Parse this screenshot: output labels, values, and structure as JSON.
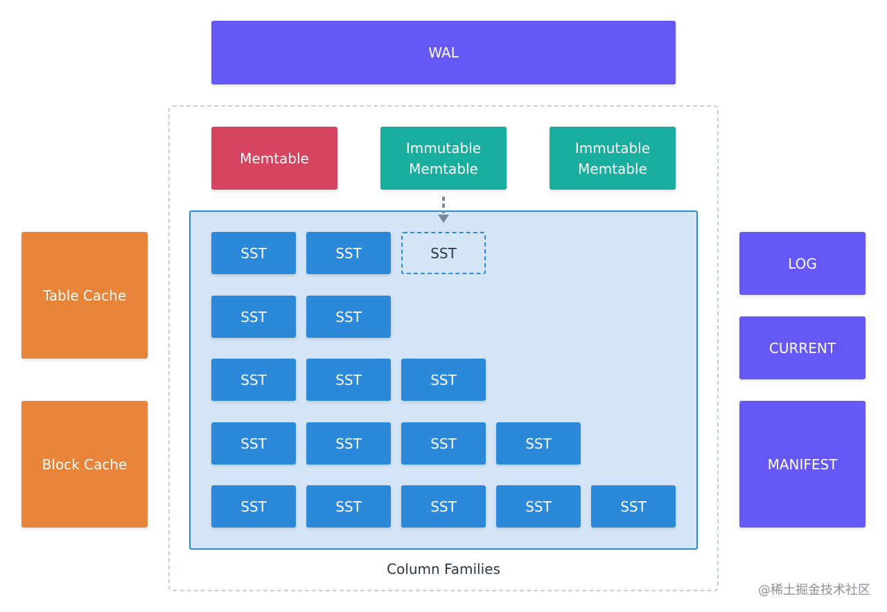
{
  "wal": "WAL",
  "memtable": "Memtable",
  "immutable_1": [
    "Immutable",
    "Memtable"
  ],
  "immutable_2": [
    "Immutable",
    "Memtable"
  ],
  "table_cache": "Table Cache",
  "block_cache": "Block Cache",
  "log": "LOG",
  "current": "CURRENT",
  "manifest": "MANIFEST",
  "column_families_label": "Column Families",
  "sst_label": "SST",
  "levels": [
    {
      "sst_count": 2,
      "pending_sst": 1
    },
    {
      "sst_count": 2
    },
    {
      "sst_count": 3
    },
    {
      "sst_count": 4
    },
    {
      "sst_count": 5
    }
  ],
  "watermark": "@稀土掘金技术社区",
  "colors": {
    "purple": "#6558f5",
    "orange": "#e8833a",
    "red": "#d5455f",
    "teal": "#1aae9f",
    "sst": "#2c88d9",
    "levels_bg": "#d3e5f6",
    "outer_border": "#c3cfd9",
    "arrow": "#788896"
  }
}
